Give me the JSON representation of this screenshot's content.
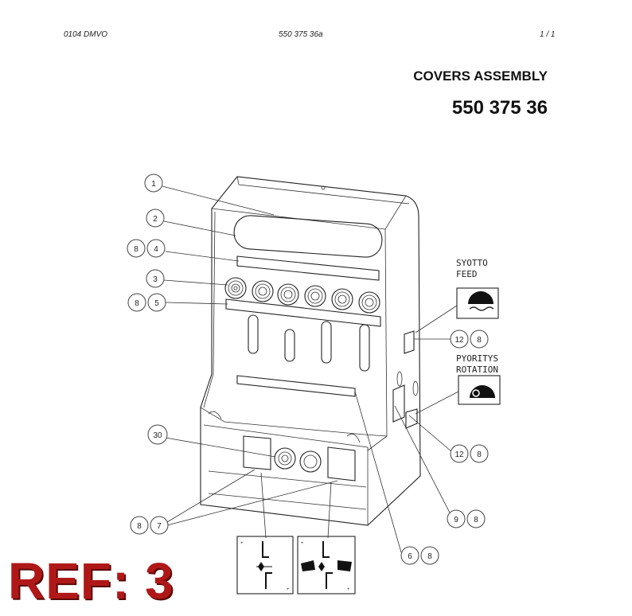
{
  "header": {
    "left": "0104 DMVO",
    "center": "550 375 36a",
    "page": "1 /  1"
  },
  "title": "COVERS ASSEMBLY",
  "part_number": "550 375 36",
  "ref_label": "REF: 3",
  "decals": {
    "feed": {
      "line1": "SYOTTO",
      "line2": "FEED"
    },
    "rotation": {
      "line1": "PYORITYS",
      "line2": "ROTATION"
    }
  },
  "callouts": [
    {
      "id": "1",
      "qty": ""
    },
    {
      "id": "2",
      "qty": ""
    },
    {
      "id": "3",
      "qty": ""
    },
    {
      "id": "4",
      "qty": "8"
    },
    {
      "id": "5",
      "qty": "8"
    },
    {
      "id": "30",
      "qty": ""
    },
    {
      "id": "7",
      "qty": "8"
    },
    {
      "id": "6",
      "qty": "8"
    },
    {
      "id": "9",
      "qty": "8"
    },
    {
      "id": "12",
      "qty": "8"
    },
    {
      "id": "12",
      "qty": "8"
    }
  ]
}
